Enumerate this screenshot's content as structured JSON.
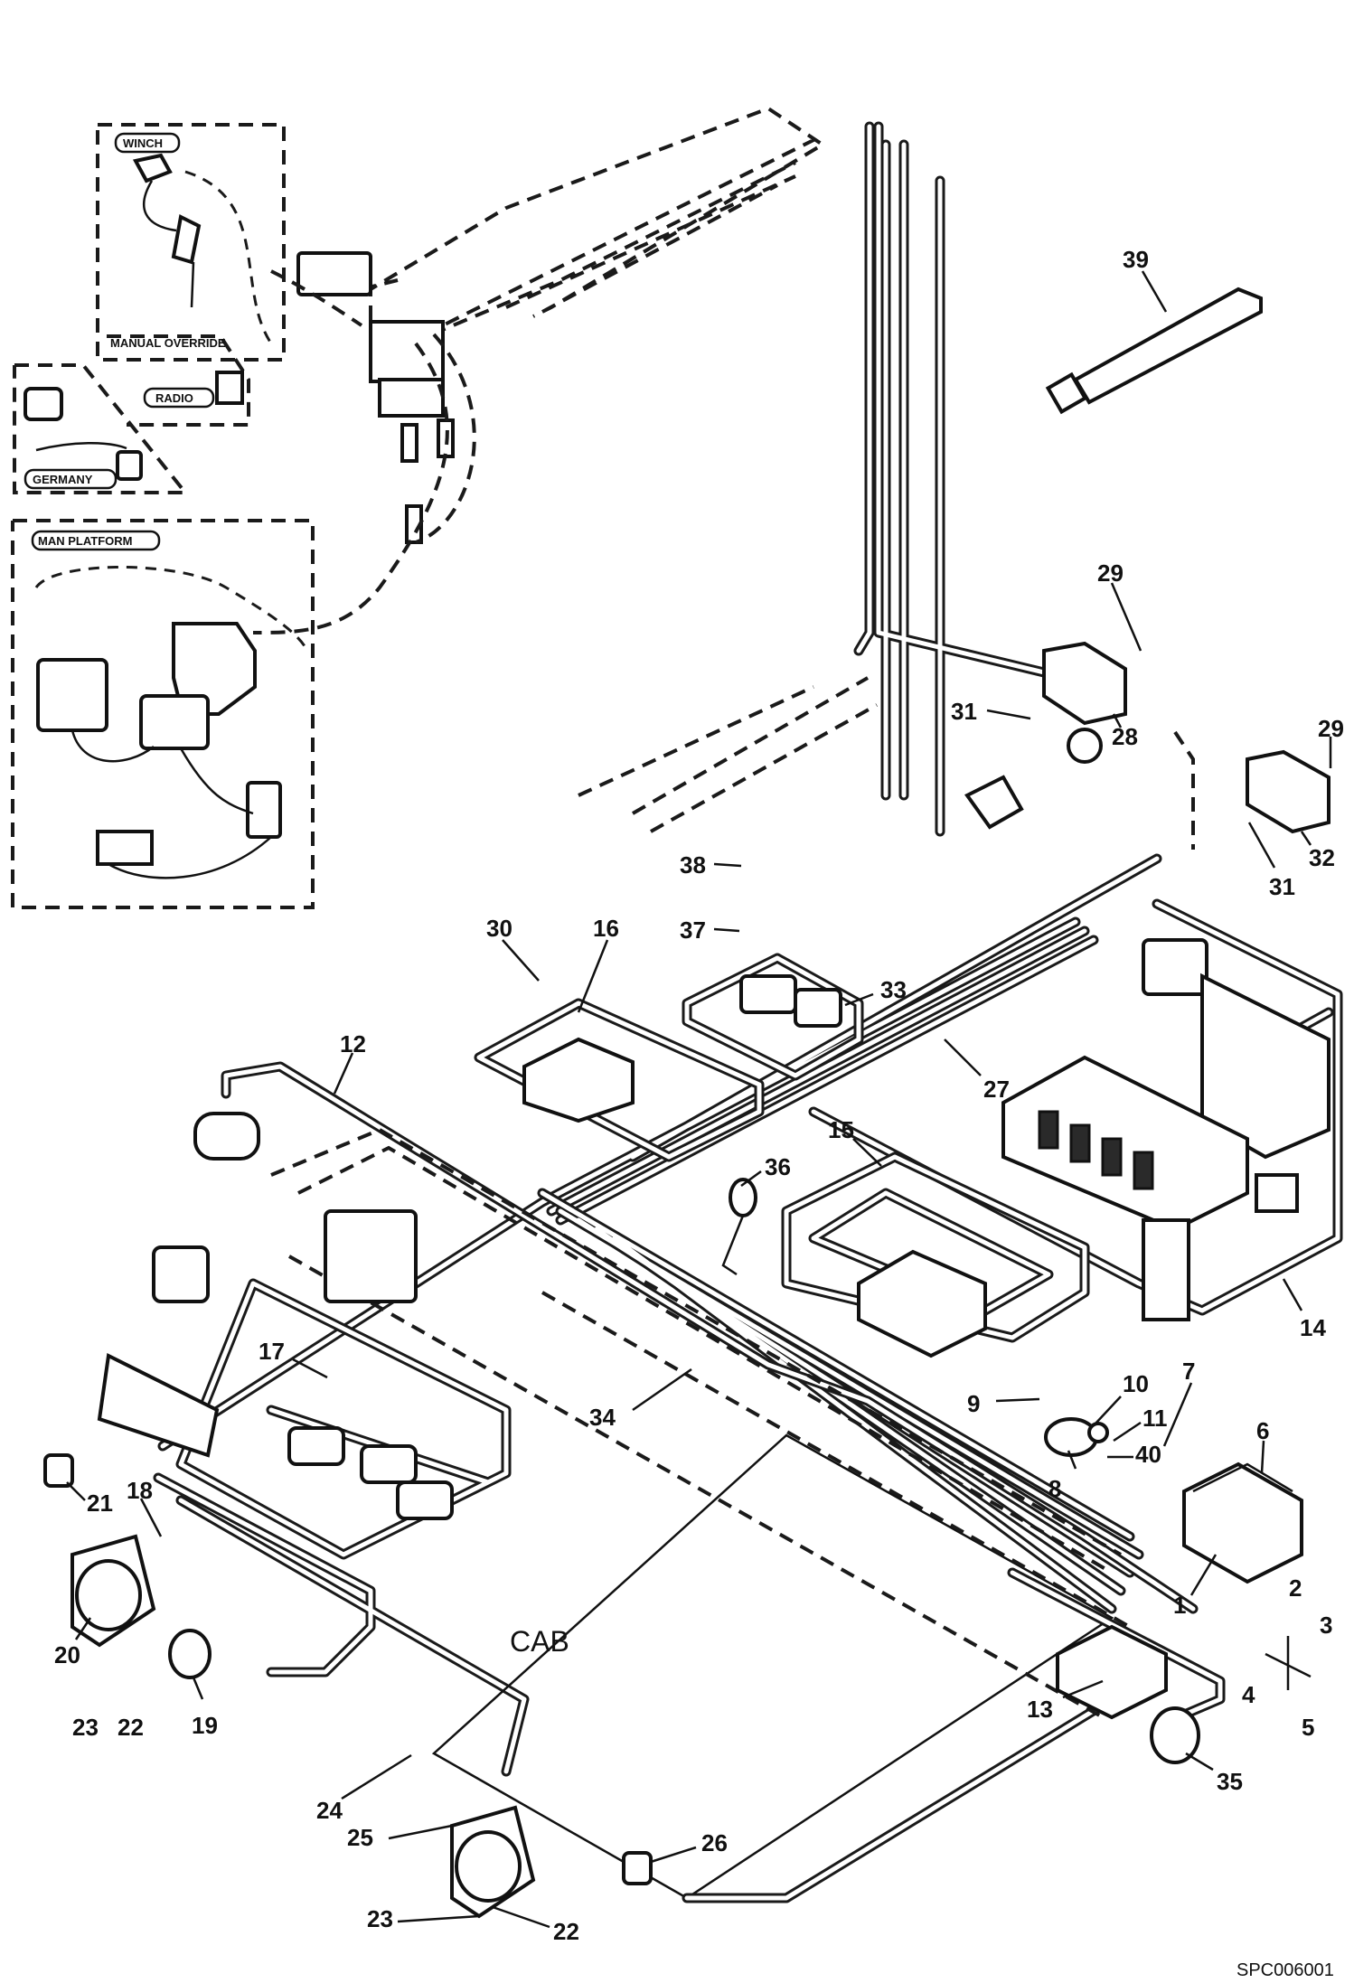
{
  "diagram": {
    "cab_label": "CAB",
    "figure_code": "SPC006001",
    "option_labels": {
      "winch": "WINCH",
      "radio": "RADIO",
      "germany": "GERMANY",
      "man_platform": "MAN PLATFORM"
    },
    "callouts": [
      "1",
      "2",
      "3",
      "4",
      "5",
      "6",
      "7",
      "8",
      "9",
      "10",
      "11",
      "12",
      "13",
      "14",
      "15",
      "16",
      "17",
      "18",
      "19",
      "20",
      "21",
      "22",
      "23",
      "24",
      "25",
      "26",
      "27",
      "28",
      "29",
      "30",
      "31",
      "32",
      "33",
      "34",
      "35",
      "36",
      "37",
      "38",
      "39",
      "40"
    ]
  }
}
